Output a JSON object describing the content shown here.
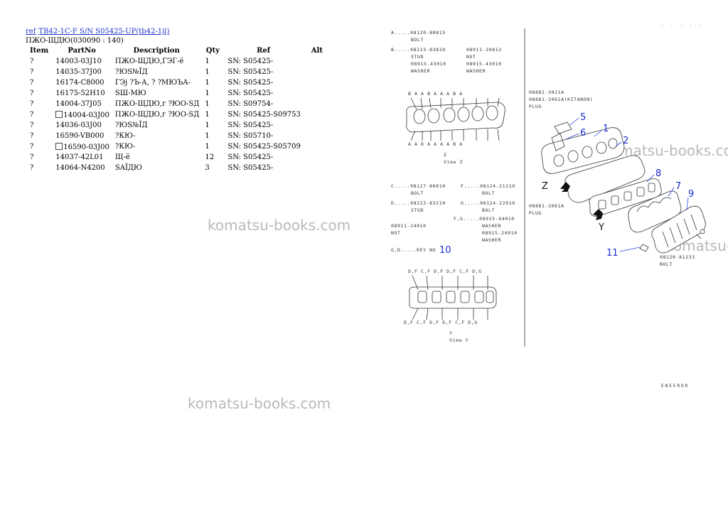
{
  "breadcrumb": {
    "ref_link": "ref",
    "model_link": "TB42-1C-F S/N S05425-UP(tb42-1jl)"
  },
  "subtitle": "ПЖО-ЩДЮ(030090 : 140)",
  "table": {
    "headers": [
      "Item",
      "PartNo",
      "Description",
      "Qty",
      "Ref",
      "Alt"
    ],
    "rows": [
      {
        "item": "?",
        "part": "14003-03J10",
        "desc": "ПЖО-ЩДЮ,ГЭГ-ё",
        "qty": "1",
        "ref": "SN: S05425-",
        "alt": "",
        "check": false
      },
      {
        "item": "?",
        "part": "14035-37J00",
        "desc": "?ЮS№ЇД",
        "qty": "1",
        "ref": "SN: S05425-",
        "alt": "",
        "check": false
      },
      {
        "item": "?",
        "part": "16174-C8000",
        "desc": "ГЭј ?Ъ-А, ? ?МЮЪА-",
        "qty": "1",
        "ref": "SN: S05425-",
        "alt": "",
        "check": false
      },
      {
        "item": "?",
        "part": "16175-52H10",
        "desc": "SШ-МЮ",
        "qty": "1",
        "ref": "SN: S05425-",
        "alt": "",
        "check": false
      },
      {
        "item": "?",
        "part": "14004-37J05",
        "desc": "ПЖО-ЩДЮ,г ?ЮО-SД",
        "qty": "1",
        "ref": "SN: S09754-",
        "alt": "",
        "check": false
      },
      {
        "item": "?",
        "part": "14004-03J00",
        "desc": "ПЖО-ЩДЮ,г ?ЮО-SД",
        "qty": "1",
        "ref": "SN: S05425-S09753",
        "alt": "",
        "check": true
      },
      {
        "item": "?",
        "part": "14036-03J00",
        "desc": "?ЮS№ЇД",
        "qty": "1",
        "ref": "SN: S05425-",
        "alt": "",
        "check": false
      },
      {
        "item": "?",
        "part": "16590-VB000",
        "desc": "?КЮ-",
        "qty": "1",
        "ref": "SN: S05710-",
        "alt": "",
        "check": false
      },
      {
        "item": "?",
        "part": "16590-03J00",
        "desc": "?КЮ-",
        "qty": "1",
        "ref": "SN: S05425-S05709",
        "alt": "",
        "check": true
      },
      {
        "item": "?",
        "part": "14037-42L01",
        "desc": "Щ-ё",
        "qty": "12",
        "ref": "SN: S05425-",
        "alt": "",
        "check": false
      },
      {
        "item": "?",
        "part": "14064-N4200",
        "desc": "SAЇДЮ",
        "qty": "3",
        "ref": "SN: S05425-",
        "alt": "",
        "check": false
      }
    ]
  },
  "watermark": {
    "text": "komatsu-books.com"
  },
  "diagram": {
    "block_a": {
      "line1": "A.....08120-80815",
      "line1b": "BOLT",
      "line2": "B.....08223-83810",
      "line2r": "08911-20813",
      "line2b": "STUD",
      "line2br": "NUT",
      "line3": "08915-43010",
      "line3r": "08915-43010",
      "line3b": "WASHER",
      "line3br": "WASHER"
    },
    "view_z_label": "View Z",
    "view_z_letter": "Z",
    "block_c": {
      "c1": "C.....08127-80810",
      "c1r": "F.....08124-21210",
      "c1b": "BOLT",
      "c1br": "BOLT",
      "c2": "D.....08223-83210",
      "c2r": "G.....08124-22010",
      "c2b": "STUD",
      "c2br": "BOLT",
      "c3r": "F,G.....08915-44010",
      "c3": "08911-24010",
      "c3br": "WASHER",
      "c3b": "NUT",
      "c4r": "08915-24010",
      "c4br": "WASHER",
      "c5": "G,D.....KEY NO",
      "c5num": "10"
    },
    "view_y_label": "View Y",
    "view_y_letter": "Y",
    "plug_top": {
      "l1": "08881-3021A",
      "l2": "08881-2061A(KITANON)",
      "l3": "PLUG"
    },
    "plug_bottom": {
      "l1": "08881-2061A",
      "l2": "PLUG"
    },
    "bolt_label": {
      "l1": "08120-81233",
      "l2": "BOLT"
    },
    "callouts": [
      "5",
      "6",
      "1",
      "2",
      "8",
      "7",
      "9",
      "11"
    ],
    "arrow_z": "Z",
    "arrow_y": "Y",
    "top_right_marks": "· · · · ·",
    "footer_code": "ENEEROR"
  }
}
